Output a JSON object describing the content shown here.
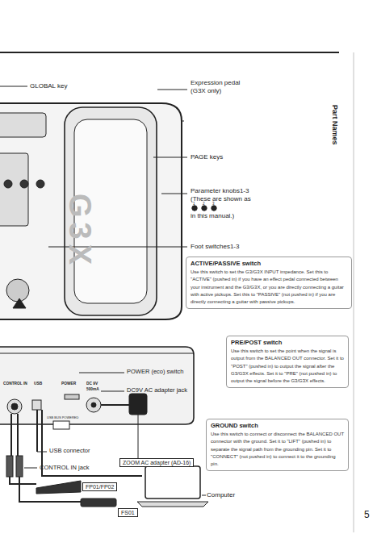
{
  "diagram": {
    "nodes": [
      {
        "text": [
          "ACTIVE/PASSIVE switch",
          "Use this switch to set the G3/G3X INPUT impedance. Set this to \"ACTIVE\" (pushed in) if you have an effect pedal connected between your instrument and the G3/G3X, or you are directly connecting a guitar with active pickups. Set this to \"PASSIVE\" (not pushed in) if you are directly connecting a guitar with passive pickups."
        ]
      },
      {
        "text": [
          "PRE/POST switch",
          "Use this switch to set the point when the signal is output from the BALANCED OUT connector. Set it to \"POST\" (pushed in) to output the signal after the G3/G3X effects. Set it to \"PRE\" (not pushed in) to output the signal before the G3/G3X effects."
        ]
      },
      {
        "text": [
          "GROUND switch",
          "Use this switch to connect or disconnect the BALANCED OUT connector with the ground. Set it to \"LIFT\" (pushed in) to separate the signal path from the grounding pin. Set it to \"CONNECT\" (not pushed in) to connect it to the grounding pin."
        ]
      },
      {
        "text": [
          "ZOOM AC adapter (AD-16)"
        ]
      },
      {
        "text": [
          "FP01/FP02"
        ]
      },
      {
        "text": [
          "FS01"
        ]
      }
    ],
    "labels": [
      "GLOBAL key",
      "Expression pedal",
      "(G3X only)",
      "PAGE keys",
      "Parameter knobs1-3",
      "(These are shown as",
      "1",
      "2",
      "3",
      "in this manual.)",
      "Foot switches1-3",
      "POWER (eco) switch",
      "DC9V AC adapter jack",
      "USB connector",
      "CONTROL IN jack",
      "Computer",
      "Part Names",
      "5",
      "CONTROL IN",
      "USB",
      "POWER",
      "DC 9V",
      "500mA",
      "USB BUS POWERED",
      "G3X"
    ]
  }
}
